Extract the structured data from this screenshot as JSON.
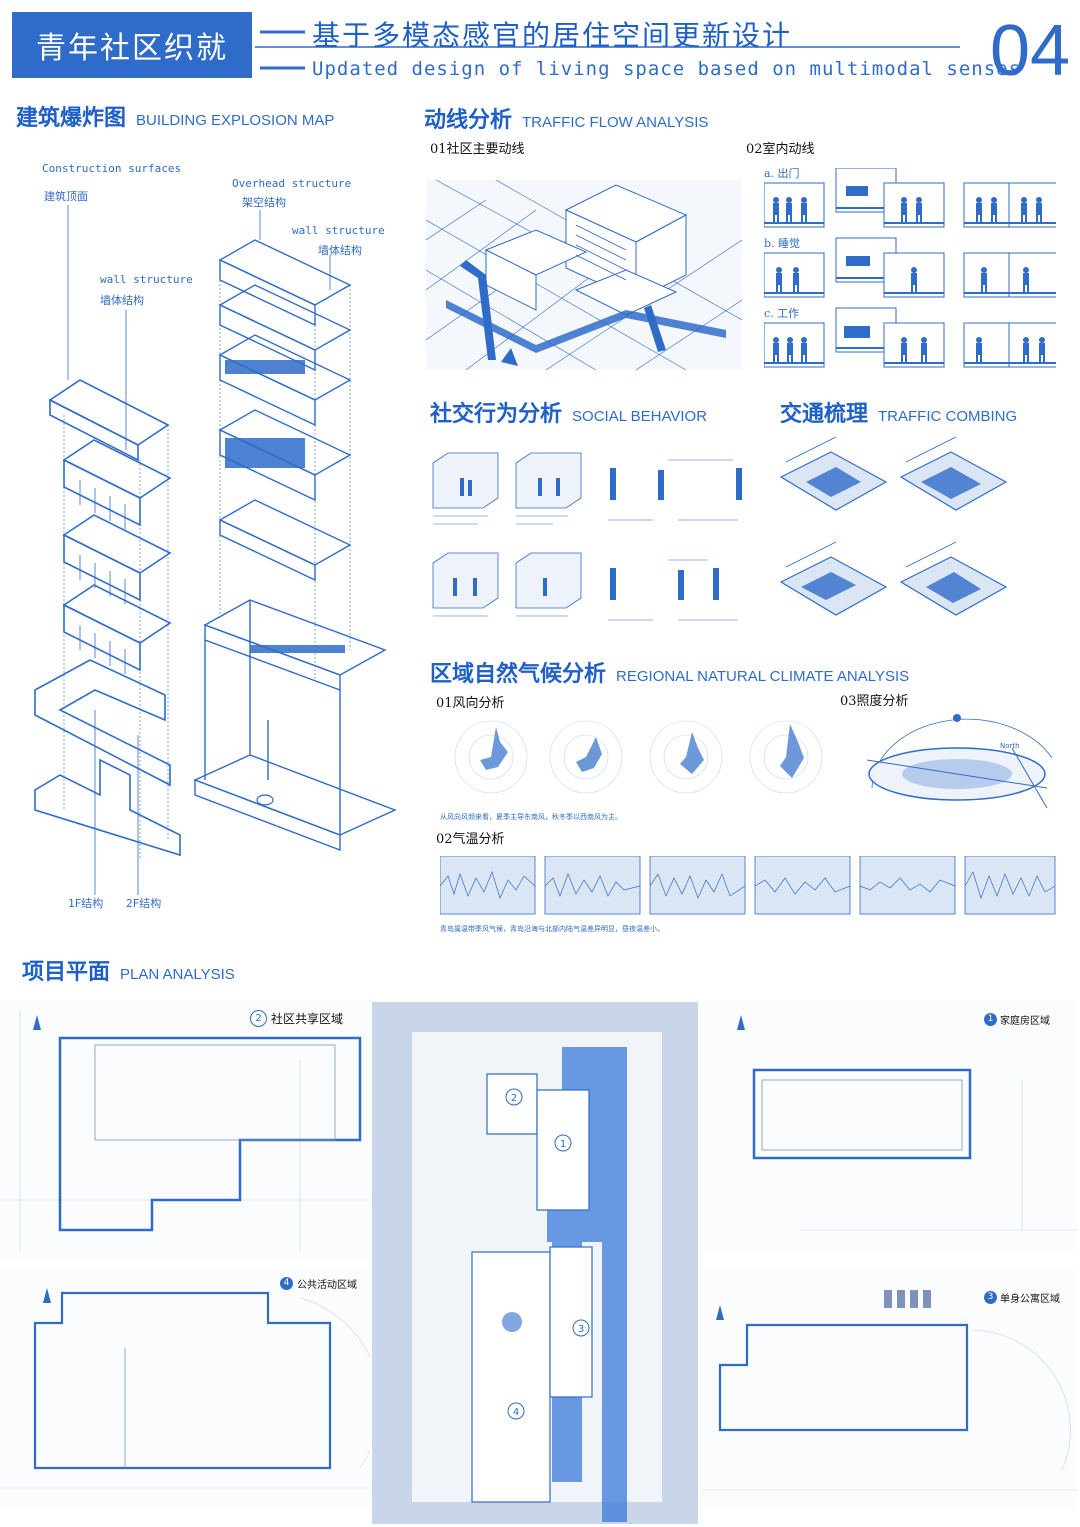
{
  "header": {
    "project_title": "青年社区织就",
    "subtitle_cn": "基于多模态感官的居住空间更新设计",
    "subtitle_en": "Updated design of living space based on multimodal senses",
    "page_number": "04"
  },
  "explosion": {
    "title_cn": "建筑爆炸图",
    "title_en": "BUILDING EXPLOSION MAP",
    "labels": [
      {
        "en": "Construction surfaces",
        "cn": "建筑顶面"
      },
      {
        "en": "Overhead structure",
        "cn": "架空结构"
      },
      {
        "en": "wall structure",
        "cn": "墙体结构"
      },
      {
        "en": "wall structure",
        "cn": "墙体结构"
      }
    ],
    "floor_1": "1F结构",
    "floor_2": "2F结构"
  },
  "traffic": {
    "title_cn": "动线分析",
    "title_en": "TRAFFIC FLOW ANALYSIS",
    "sub1": "01社区主要动线",
    "sub2": "02室内动线",
    "rows": [
      "a. 出门",
      "b. 睡觉",
      "c. 工作"
    ]
  },
  "social": {
    "title_cn": "社交行为分析",
    "title_en": "SOCIAL BEHAVIOR"
  },
  "combing": {
    "title_cn": "交通梳理",
    "title_en": "TRAFFIC COMBING"
  },
  "climate": {
    "title_cn": "区域自然气候分析",
    "title_en": "REGIONAL NATURAL CLIMATE ANALYSIS",
    "wind": "01风向分析",
    "light": "03照度分析",
    "temp": "02气温分析",
    "wind_note": "从风向风频来看，夏季主导东南风，秋冬季以西南风为主。",
    "temp_note": "青岛属温带季风气候，青岛沿海与北部内陆气温差异明显，昼夜温差小。",
    "north": "North"
  },
  "plan": {
    "title_cn": "项目平面",
    "title_en": "PLAN ANALYSIS",
    "zones": [
      {
        "num": "1",
        "name": "家庭房区域"
      },
      {
        "num": "2",
        "name": "社区共享区域"
      },
      {
        "num": "3",
        "name": "单身公寓区域"
      },
      {
        "num": "4",
        "name": "公共活动区域"
      }
    ]
  },
  "colors": {
    "accent": "#2f6cc9",
    "dark": "#1f5fc8",
    "light": "#dbe6f5"
  }
}
